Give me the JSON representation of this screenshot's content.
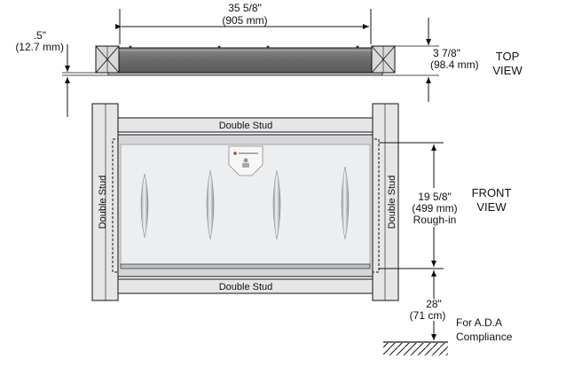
{
  "top_view": {
    "label_line1": "TOP",
    "label_line2": "VIEW",
    "width_in": "35 5/8\"",
    "width_mm": "(905 mm)",
    "flange_in": ".5\"",
    "flange_mm": "(12.7 mm)",
    "depth_in": "3 7/8\"",
    "depth_mm": "(98.4 mm)"
  },
  "front_view": {
    "label_line1": "FRONT",
    "label_line2": "VIEW",
    "stud_top": "Double Stud",
    "stud_bottom": "Double Stud",
    "stud_left": "Double Stud",
    "stud_right": "Double Stud",
    "roughin_in": "19 5/8\"",
    "roughin_mm": "(499 mm)",
    "roughin_label": "Rough-in",
    "height_in": "28\"",
    "height_cm": "(71 cm)",
    "ada_line1": "For A.D.A",
    "ada_line2": "Compliance"
  },
  "colors": {
    "line": "#111111",
    "stud_fill": "#e6e6e6",
    "unit_fill": "#d4d6d9",
    "top_body": "#6f6f6f",
    "panel_light": "#f0f1f3"
  }
}
